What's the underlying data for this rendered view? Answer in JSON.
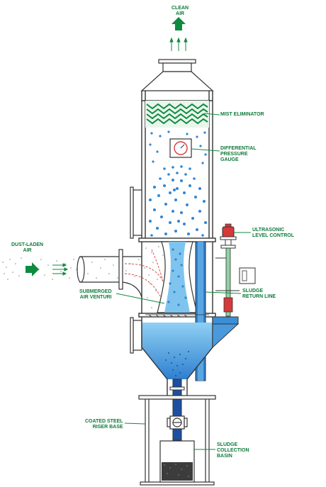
{
  "labels": {
    "clean_air": [
      "CLEAN",
      "AIR"
    ],
    "mist_eliminator": [
      "MIST ELIMINATOR"
    ],
    "differential_pressure_gauge": [
      "DIFFERENTIAL",
      "PRESSURE",
      "GAUGE"
    ],
    "ultrasonic_level_control": [
      "ULTRASONIC",
      "LEVEL CONTROL"
    ],
    "dust_laden_air": [
      "DUST-LADEN",
      "AIR"
    ],
    "submerged_air_venturi": [
      "SUBMERGED",
      "AIR VENTURI"
    ],
    "sludge_return_line": [
      "SLUDGE",
      "RETURN LINE"
    ],
    "coated_steel_riser_base": [
      "COATED STEEL",
      "RISER BASE"
    ],
    "sludge_collection_basin": [
      "SLUDGE",
      "COLLECTION",
      "BASIN"
    ]
  },
  "colors": {
    "label_green": "#0e7a3a",
    "arrow_green": "#0f8a3f",
    "water_blue": "#3a8fd6",
    "water_light": "#7fc4ee",
    "droplet_blue": "#2f86d4",
    "sludge_dark": "#1d4fa0",
    "outline": "#333333",
    "level_control_red": "#d43a3a",
    "dust_gray": "#8a8a8a"
  }
}
